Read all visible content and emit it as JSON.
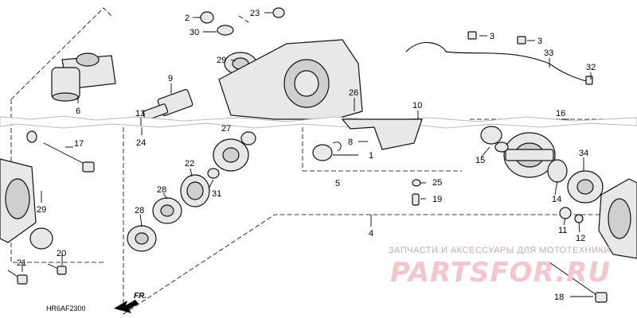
{
  "diagram": {
    "code": "HR6AF2300",
    "direction_label": "FR.",
    "watermark": {
      "caption": "ЗАПЧАСТИ И АКСЕССУАРЫ ДЛЯ МОТОТЕХНИКИ",
      "brand": "PARTSFOR.RU"
    },
    "callouts": [
      "2",
      "23",
      "30",
      "3",
      "3",
      "29",
      "33",
      "32",
      "9",
      "6",
      "26",
      "10",
      "13",
      "16",
      "27",
      "8",
      "24",
      "17",
      "1",
      "15",
      "34",
      "22",
      "5",
      "25",
      "28",
      "31",
      "19",
      "29",
      "14",
      "28",
      "4",
      "11",
      "12",
      "20",
      "21",
      "18"
    ]
  }
}
